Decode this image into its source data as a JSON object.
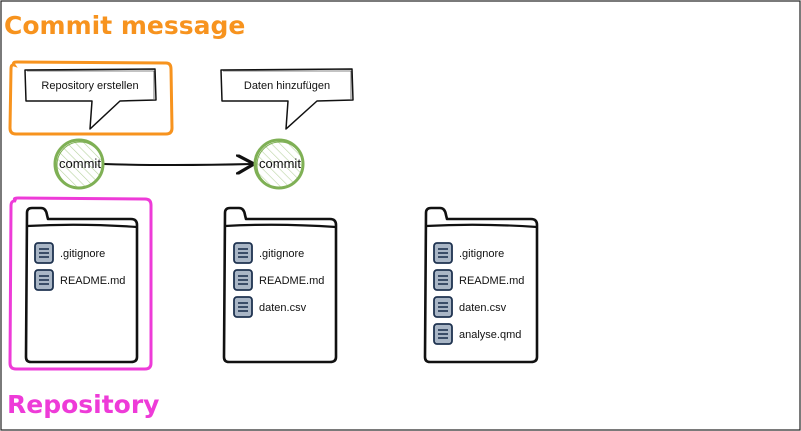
{
  "titles": {
    "commit_message": "Commit message",
    "repository": "Repository"
  },
  "colors": {
    "orange": "#f7931e",
    "magenta": "#ee3bd8",
    "green": "#7fb055",
    "icon_fill": "#a9b6c6",
    "icon_stroke": "#1f3350"
  },
  "commits": [
    {
      "label": "commit",
      "message": "Repository erstellen",
      "files": [
        ".gitignore",
        "README.md"
      ]
    },
    {
      "label": "commit",
      "message": "Daten hinzufügen",
      "files": [
        ".gitignore",
        "README.md",
        "daten.csv"
      ]
    }
  ],
  "working_state": {
    "files": [
      ".gitignore",
      "README.md",
      "daten.csv",
      "analyse.qmd"
    ]
  },
  "icons": {
    "file": "file-icon",
    "folder": "folder-icon"
  }
}
